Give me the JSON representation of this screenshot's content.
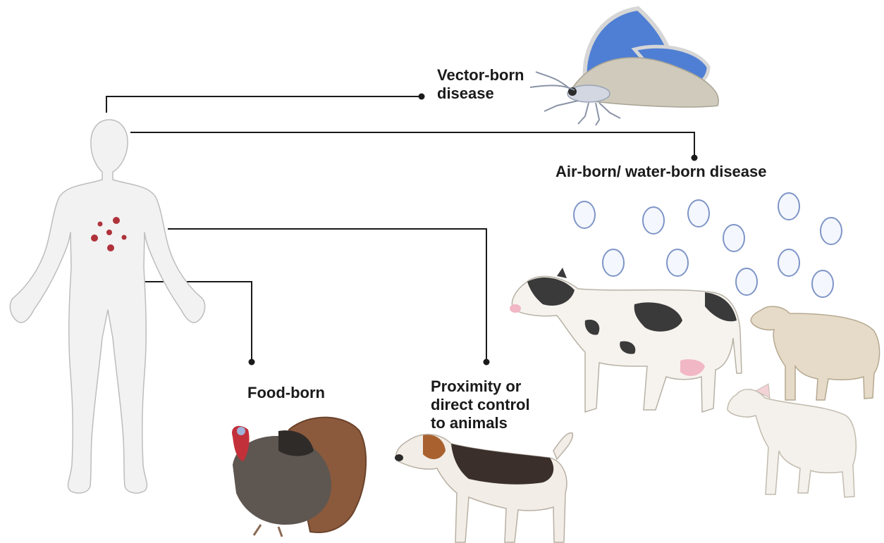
{
  "labels": {
    "vector": [
      "Vector-born",
      "disease"
    ],
    "air_water": "Air-born/ water-born disease",
    "food": "Food-born",
    "proximity": [
      "Proximity or",
      "direct control",
      "to animals"
    ]
  },
  "colors": {
    "connector": "#1a1a1a",
    "body_fill": "#f2f2f2",
    "body_stroke": "#bdbdbd",
    "pathogen": "#b0323a",
    "droplet_fill": "#f4f7fd",
    "droplet_stroke": "#7f95c7",
    "butterfly_wing": "#4f7fd4",
    "butterfly_hindwing": "#cfcabb"
  },
  "icons": [
    "human-body-icon",
    "butterfly-icon",
    "turkey-icon",
    "dog-icon",
    "cow-icon",
    "sheep-icon",
    "lamb-icon",
    "droplet-icon",
    "pathogen-icon"
  ]
}
